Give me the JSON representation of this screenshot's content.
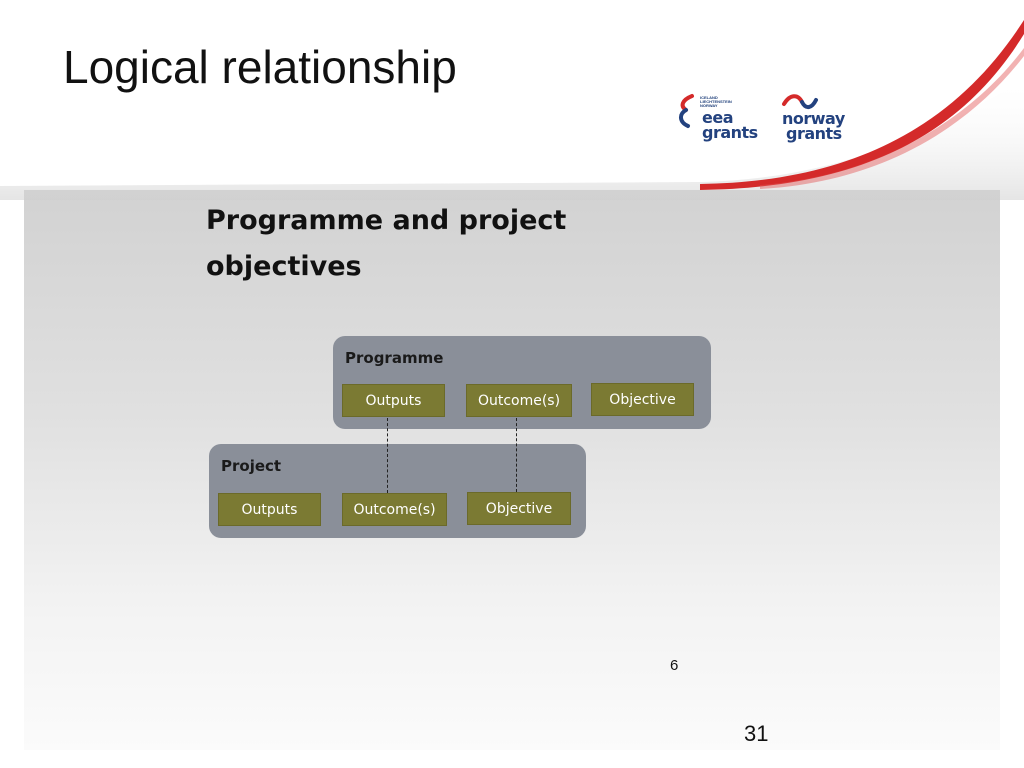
{
  "slide": {
    "title": "Logical relationship",
    "heading": "Programme and project objectives",
    "page_small": "6",
    "page_number": "31"
  },
  "logos": {
    "eea": {
      "fine_print": [
        "ICELAND",
        "LIECHTENSTEIN",
        "NORWAY"
      ],
      "word1": "eea",
      "word2": "grants"
    },
    "norway": {
      "word1": "norway",
      "word2": "grants"
    }
  },
  "diagram": {
    "programme": {
      "label": "Programme",
      "items": [
        "Outputs",
        "Outcome(s)",
        "Objective"
      ]
    },
    "project": {
      "label": "Project",
      "items": [
        "Outputs",
        "Outcome(s)",
        "Objective"
      ]
    }
  },
  "colors": {
    "panel": "#8a8f99",
    "box": "#7b7a33",
    "accent_red": "#d42a2a",
    "logo_blue": "#23427f"
  }
}
